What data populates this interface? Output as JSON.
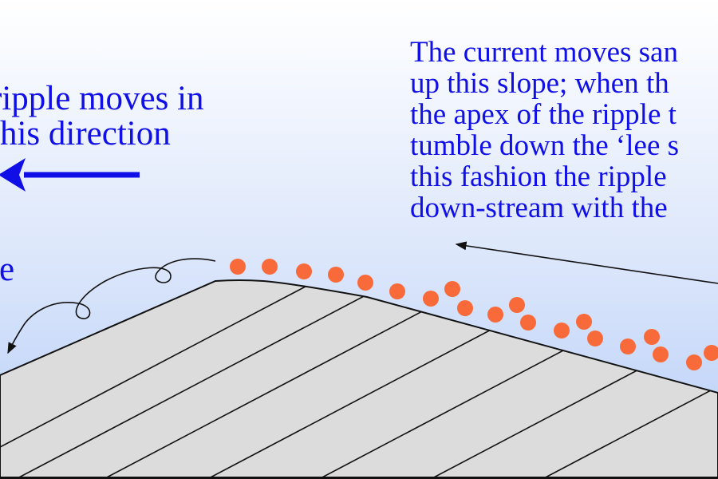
{
  "labels": {
    "ripple_direction": [
      "ripple moves in",
      "this direction"
    ],
    "current_note": [
      "The current moves san",
      "up this slope; when th",
      "the apex of the ripple t",
      "tumble down the ‘lee s",
      "this fashion the ripple",
      "down-stream with the"
    ],
    "left_fragment": "e"
  },
  "colors": {
    "text": "#1010e6",
    "direction_arrow": "#1010e6",
    "sand_grain": "#f96a3b",
    "ripple_fill": "#dcdcdc",
    "outline": "#111111",
    "water_top": "#ffffff",
    "water_bottom": "#b7cef7"
  }
}
